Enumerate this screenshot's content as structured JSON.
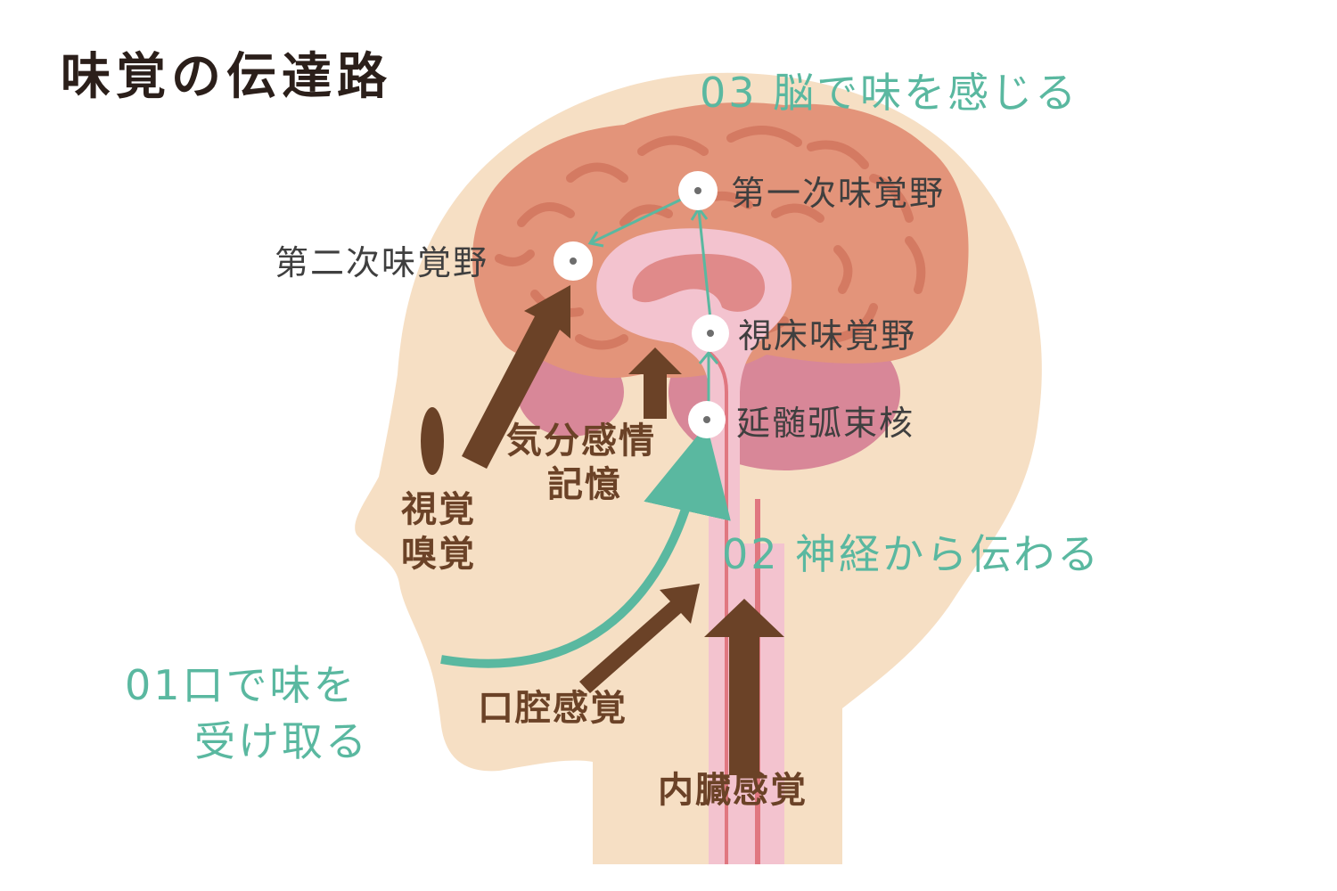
{
  "title": "味覚の伝達路",
  "steps": {
    "s1_line1": "01口で味を",
    "s1_line2": "受け取る",
    "s2": "02 神経から伝わる",
    "s3": "03 脳で味を感じる"
  },
  "nodes": {
    "primary": "第一次味覚野",
    "secondary": "第二次味覚野",
    "thalamus": "視床味覚野",
    "nucleus": "延髄弧束核"
  },
  "inputs": {
    "mood_line1": "気分感情",
    "mood_line2": "記憶",
    "sense_line1": "視覚",
    "sense_line2": "嗅覚",
    "oral": "口腔感覚",
    "visceral": "内臓感覚"
  },
  "colors": {
    "skin": "#f6dfc4",
    "brain": "#e3947a",
    "brain_fold": "#d47a62",
    "cerebellum": "#d98f9c",
    "stem": "#f3c3cf",
    "nerve": "#e07780",
    "path": "#5ab8a0",
    "arrow": "#6b4227",
    "text_dark": "#3f3f3f"
  }
}
